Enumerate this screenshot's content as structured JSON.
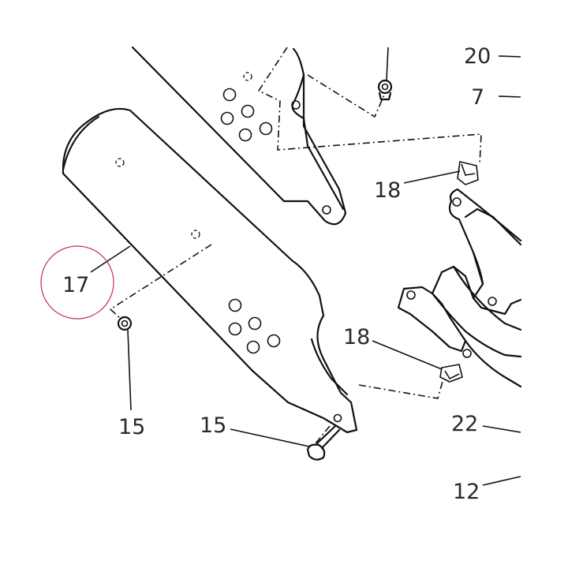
{
  "diagram": {
    "callouts": [
      {
        "id": "label-20",
        "text": "20"
      },
      {
        "id": "label-7",
        "text": "7"
      },
      {
        "id": "label-18-top",
        "text": "18"
      },
      {
        "id": "label-17",
        "text": "17"
      },
      {
        "id": "label-18-mid",
        "text": "18"
      },
      {
        "id": "label-15-left",
        "text": "15"
      },
      {
        "id": "label-15-bottom",
        "text": "15"
      },
      {
        "id": "label-22",
        "text": "22"
      },
      {
        "id": "label-12",
        "text": "12"
      }
    ],
    "colors": {
      "line": "#111111",
      "highlight_circle": "#c0304a",
      "label": "#2a2a2a"
    }
  }
}
